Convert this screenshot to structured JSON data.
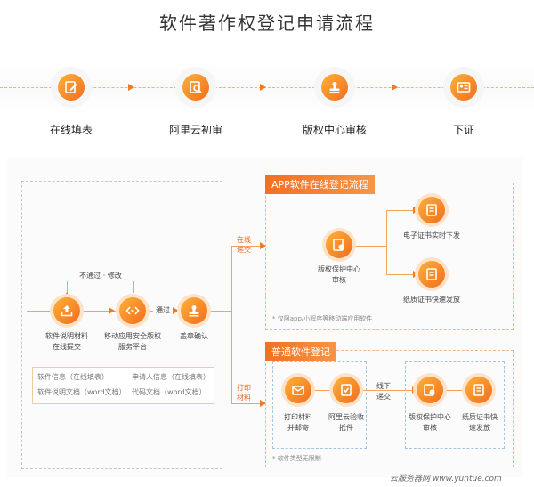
{
  "title": "软件著作权登记申请流程",
  "steps": [
    {
      "label": "在线填表",
      "icon": "edit-icon"
    },
    {
      "label": "阿里云初审",
      "icon": "search-document-icon"
    },
    {
      "label": "版权中心审核",
      "icon": "stamp-icon"
    },
    {
      "label": "下证",
      "icon": "certificate-icon"
    }
  ],
  "left_flow": {
    "reject_label": "不通过 · 修改",
    "pass_label": "通过",
    "nodes": [
      {
        "label": "软件说明材料\n在线提交",
        "icon": "upload-icon"
      },
      {
        "label": "移动应用安全版权\n服务平台",
        "icon": "code-icon"
      },
      {
        "label": "盖章确认",
        "icon": "stamp-icon"
      }
    ],
    "info": [
      "软件信息（在线填表）",
      "申请人信息（在线填表）",
      "软件说明文档（word文档）",
      "代码文档（word文档）"
    ]
  },
  "app_section": {
    "title": "APP软件在线登记流程",
    "branch_label": "在线\n递交",
    "nodes": [
      {
        "label": "版权保护中心\n审核",
        "icon": "certificate-icon"
      },
      {
        "label": "电子证书实时下发",
        "icon": "document-icon"
      },
      {
        "label": "纸质证书快速发放",
        "icon": "document-icon"
      }
    ],
    "note": "* 仅限app/小程序等移动端应用软件"
  },
  "normal_section": {
    "title": "普通软件登记",
    "branch_label": "打印\n材料",
    "offline_label": "线下\n递交",
    "nodes": [
      {
        "label": "打印材料\n并邮寄",
        "icon": "mail-icon"
      },
      {
        "label": "阿里云验收\n抵件",
        "icon": "check-document-icon"
      },
      {
        "label": "版权保护中心\n审核",
        "icon": "certificate-icon"
      },
      {
        "label": "纸质证书快\n速发放",
        "icon": "document-icon"
      }
    ],
    "note": "* 软件类型无限制"
  },
  "watermark": "云服务器网 www.yuntue.com",
  "colors": {
    "accent": "#f27a26",
    "accent_light": "#ffb13a",
    "dashed": "#f2b48a",
    "blue_dashed": "#9fc6e6"
  }
}
